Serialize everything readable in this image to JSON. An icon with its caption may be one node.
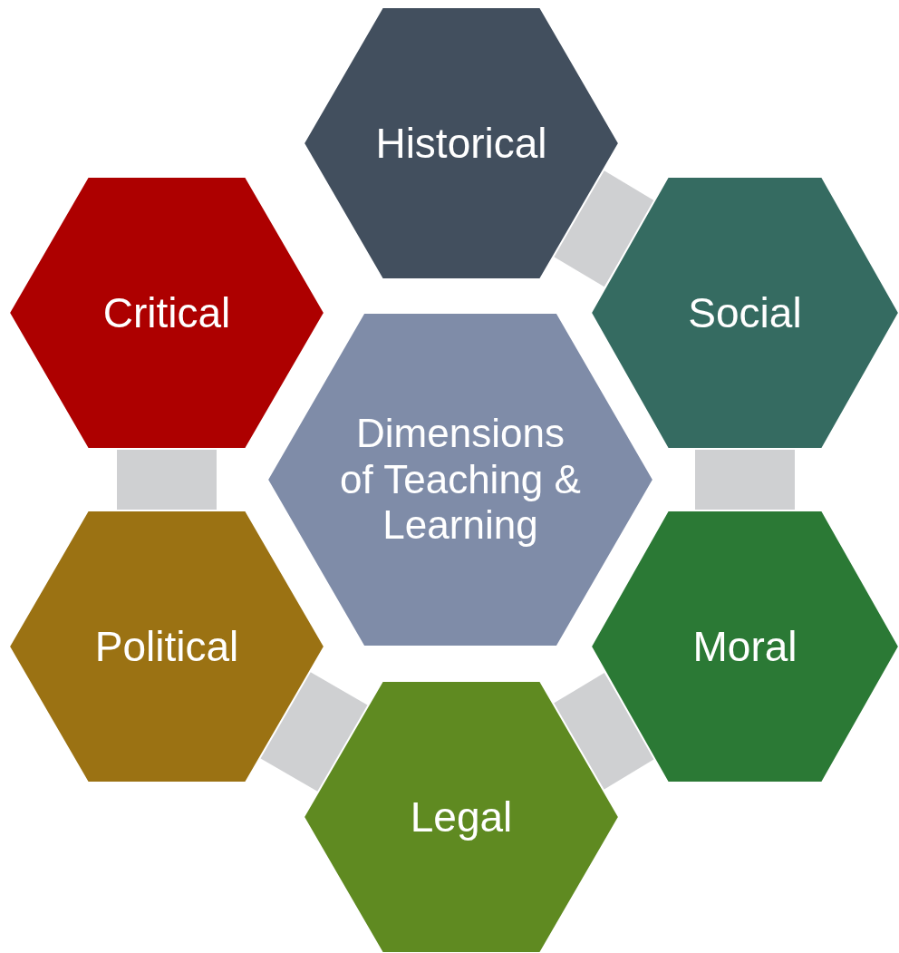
{
  "diagram": {
    "nodes": [
      {
        "text": [
          "Historical"
        ]
      },
      {
        "text": [
          "Critical"
        ]
      },
      {
        "text": [
          "Social"
        ]
      },
      {
        "text": [
          "Dimensions of Teaching & Learning"
        ]
      },
      {
        "text": [
          "Political"
        ]
      },
      {
        "text": [
          "Moral"
        ]
      },
      {
        "text": [
          "Legal"
        ]
      }
    ],
    "edges": [
      {
        "from": 0,
        "to": 2,
        "arrow": "none"
      },
      {
        "from": 2,
        "to": 5,
        "arrow": "none"
      },
      {
        "from": 5,
        "to": 6,
        "arrow": "none"
      },
      {
        "from": 6,
        "to": 4,
        "arrow": "none"
      },
      {
        "from": 4,
        "to": 1,
        "arrow": "none"
      }
    ]
  }
}
